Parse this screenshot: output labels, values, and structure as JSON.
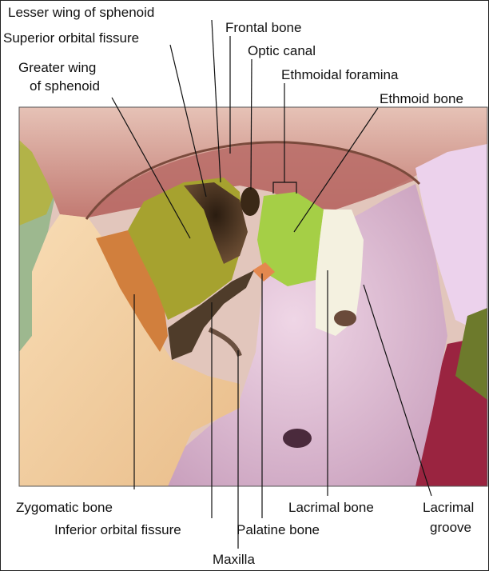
{
  "labels": {
    "lesser_wing": "Lesser wing of sphenoid",
    "frontal_bone": "Frontal bone",
    "superior_orbital_fissure": "Superior orbital fissure",
    "optic_canal": "Optic canal",
    "greater_wing_line1": "Greater wing",
    "greater_wing_line2": "of sphenoid",
    "ethmoidal_foramina": "Ethmoidal foramina",
    "ethmoid_bone": "Ethmoid bone",
    "zygomatic_bone": "Zygomatic bone",
    "inferior_orbital_fissure": "Inferior orbital fissure",
    "palatine_bone": "Palatine bone",
    "maxilla": "Maxilla",
    "lacrimal_bone": "Lacrimal bone",
    "lacrimal_groove_line1": "Lacrimal",
    "lacrimal_groove_line2": "groove"
  },
  "colors": {
    "frontal": "#c8847a",
    "frontal_light": "#e6c2b6",
    "sphenoid_greater": "#a9a432",
    "ethmoid": "#a8d04a",
    "lacrimal": "#f3f0df",
    "maxilla": "#d9b6cc",
    "zygomatic": "#f4cf9c",
    "zygomatic_orbital": "#d2833e",
    "palatine": "#e48a58",
    "fissure": "#4a3520",
    "nasal": "#e8d4ea",
    "temporal": "#8fae86"
  }
}
